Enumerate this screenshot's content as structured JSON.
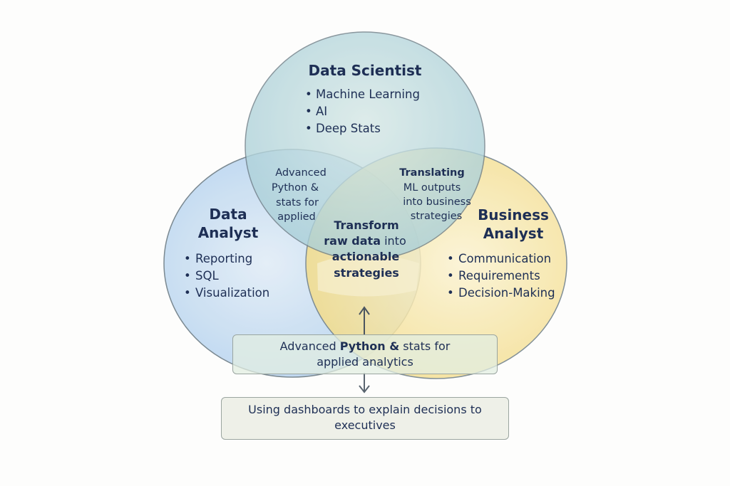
{
  "circles": {
    "data_scientist": {
      "title": "Data Scientist",
      "items": [
        "Machine Learning",
        "AI",
        "Deep Stats"
      ],
      "color": "#bcdbe0"
    },
    "data_analyst": {
      "title_line1": "Data",
      "title_line2": "Analyst",
      "items": [
        "Reporting",
        "SQL",
        "Visualization"
      ],
      "color": "#c6dcf0"
    },
    "business_analyst": {
      "title_line1": "Business",
      "title_line2": "Analyst",
      "items": [
        "Communication",
        "Requirements",
        "Decision-Making"
      ],
      "color": "#f6e6a6"
    }
  },
  "overlaps": {
    "scientist_analyst": [
      "Advanced",
      "Python &",
      "stats for",
      "applied"
    ],
    "scientist_business": [
      "Translating",
      "ML outputs",
      "into business",
      "strategies"
    ],
    "center": {
      "bold1": "Transform",
      "bold2": "raw data",
      "normal2": " into",
      "bold3": "actionable",
      "bold4": "strategies"
    }
  },
  "boxes": {
    "upper": {
      "pre": "Advanced ",
      "bold": "Python &",
      "post": " stats for",
      "line2": "applied analytics"
    },
    "lower": {
      "line1": "Using dashboards to explain decisions to",
      "line2": "executives"
    }
  }
}
